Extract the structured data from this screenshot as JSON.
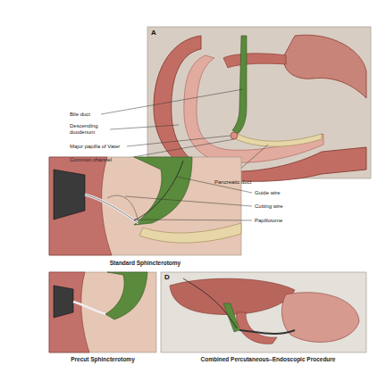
{
  "diagram": {
    "labels": [
      "A",
      "Bile duct",
      "Descending duodenum",
      "Major papilla of Vater",
      "Common channel",
      "Pancreatic duct",
      "Guide wire",
      "Cutting wire",
      "Papillotome",
      "Standard Sphincterotomy",
      "Precut Sphincterotomy",
      "D",
      "Combined Percutaneous–Endoscopic Procedure"
    ]
  }
}
